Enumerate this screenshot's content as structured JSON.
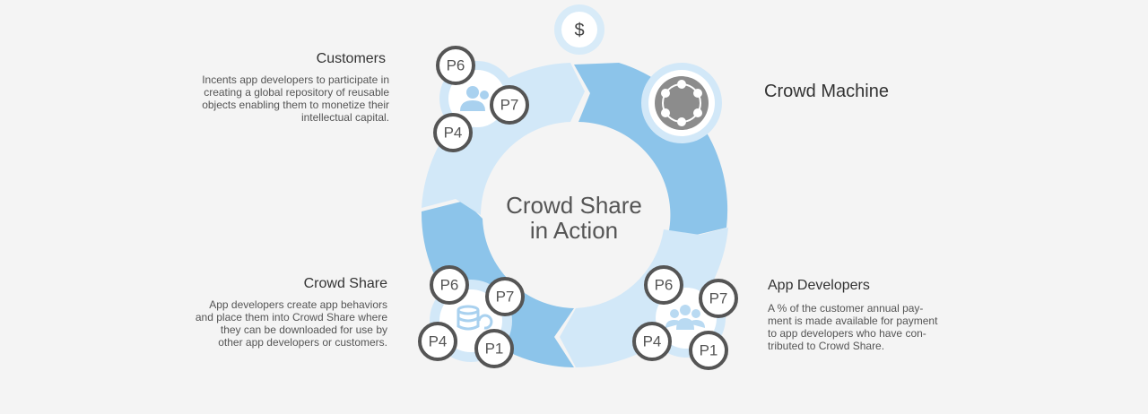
{
  "center": {
    "line1": "Crowd Share",
    "line2": "in Action"
  },
  "currency_symbol": "$",
  "customers": {
    "title": "Customers",
    "lines": [
      "Incents app developers to participate in",
      "creating a global repository of reusable",
      "objects enabling them to monetize their",
      "intellectual capital."
    ]
  },
  "crowd_machine": {
    "title": "Crowd Machine"
  },
  "crowd_share": {
    "title": "Crowd Share",
    "lines": [
      "App developers create app behaviors",
      "and place them into Crowd Share where",
      "they can be downloaded for use by",
      "other app developers or customers."
    ]
  },
  "app_developers": {
    "title": "App Developers",
    "lines": [
      "A % of the customer annual pay-",
      "ment is made available for payment",
      "to app developers who have con-",
      "tributed to Crowd Share."
    ]
  },
  "badges": {
    "customers": [
      "P6",
      "P7",
      "P4"
    ],
    "crowd_share": [
      "P6",
      "P7",
      "P4",
      "P1"
    ],
    "app_developers": [
      "P6",
      "P7",
      "P4",
      "P1"
    ]
  },
  "icons": {
    "currency": "dollar-icon",
    "customers": "user-group-icon",
    "crowd_machine": "network-circle-icon",
    "crowd_share": "database-sync-icon",
    "app_developers": "people-icon"
  },
  "colors": {
    "background": "#f4f4f4",
    "ring_dark": "#8cc4ea",
    "ring_light": "#d2e8f8",
    "badge_border": "#555555"
  }
}
